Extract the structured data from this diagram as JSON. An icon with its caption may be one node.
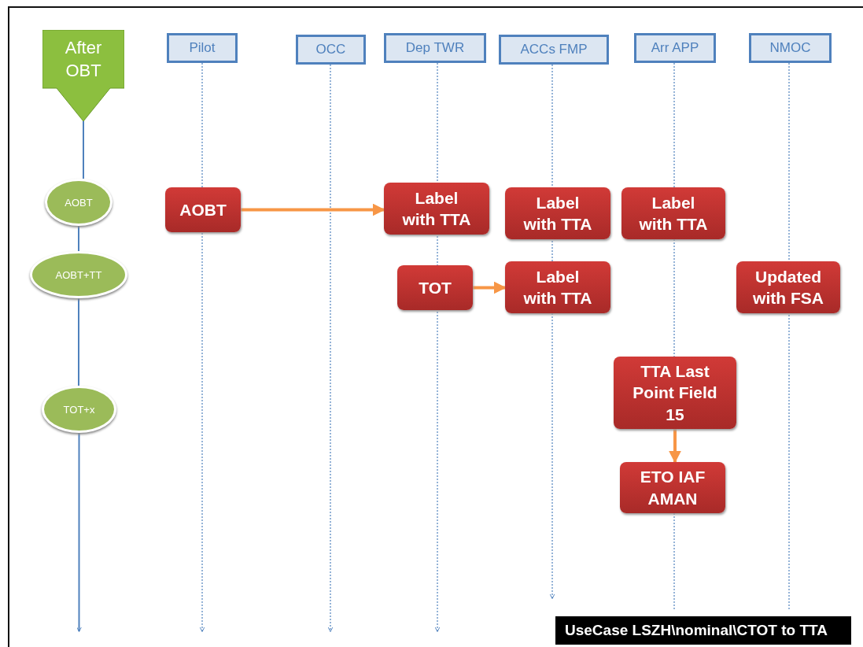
{
  "diagram": {
    "nodes": [
      {
        "text": [
          "After OBT"
        ]
      },
      {
        "text": [
          "Pilot"
        ]
      },
      {
        "text": [
          "OCC"
        ]
      },
      {
        "text": [
          "Dep TWR"
        ]
      },
      {
        "text": [
          "ACCs  FMP"
        ]
      },
      {
        "text": [
          "Arr APP"
        ]
      },
      {
        "text": [
          "NMOC"
        ]
      },
      {
        "text": [
          "AOBT"
        ]
      },
      {
        "text": [
          "AOBT+TT"
        ]
      },
      {
        "text": [
          "TOT+x"
        ]
      },
      {
        "text": [
          "AOBT"
        ]
      },
      {
        "text": [
          "Label with TTA"
        ]
      },
      {
        "text": [
          "Label with TTA"
        ]
      },
      {
        "text": [
          "Label with TTA"
        ]
      },
      {
        "text": [
          "TOT"
        ]
      },
      {
        "text": [
          "Label with TTA"
        ]
      },
      {
        "text": [
          "Updated with FSA"
        ]
      },
      {
        "text": [
          "TTA Last Point Field 15"
        ]
      },
      {
        "text": [
          "ETO IAF AMAN"
        ]
      }
    ],
    "edges": [
      {
        "from": 0,
        "to": 7,
        "arrow": "none"
      },
      {
        "from": 7,
        "to": 8,
        "arrow": "none"
      },
      {
        "from": 8,
        "to": 9,
        "arrow": "none"
      },
      {
        "from": 9,
        "to": null,
        "arrow": "to"
      },
      {
        "from": 1,
        "to": null,
        "arrow": "to",
        "style": "dashed"
      },
      {
        "from": 2,
        "to": null,
        "arrow": "to",
        "style": "dashed"
      },
      {
        "from": 3,
        "to": null,
        "arrow": "to",
        "style": "dashed"
      },
      {
        "from": 4,
        "to": null,
        "arrow": "to",
        "style": "dashed"
      },
      {
        "from": 5,
        "to": null,
        "arrow": "none",
        "style": "dashed"
      },
      {
        "from": 6,
        "to": null,
        "arrow": "none",
        "style": "dashed"
      },
      {
        "from": 10,
        "to": 11,
        "arrow": "to",
        "style": "thick",
        "color": "#f79646"
      },
      {
        "from": 14,
        "to": 15,
        "arrow": "to",
        "style": "thick",
        "color": "#f79646"
      },
      {
        "from": 17,
        "to": 18,
        "arrow": "to",
        "style": "thick",
        "color": "#f79646"
      }
    ],
    "labels": [
      "UseCase LSZH\\nominal\\CTOT to TTA"
    ]
  }
}
